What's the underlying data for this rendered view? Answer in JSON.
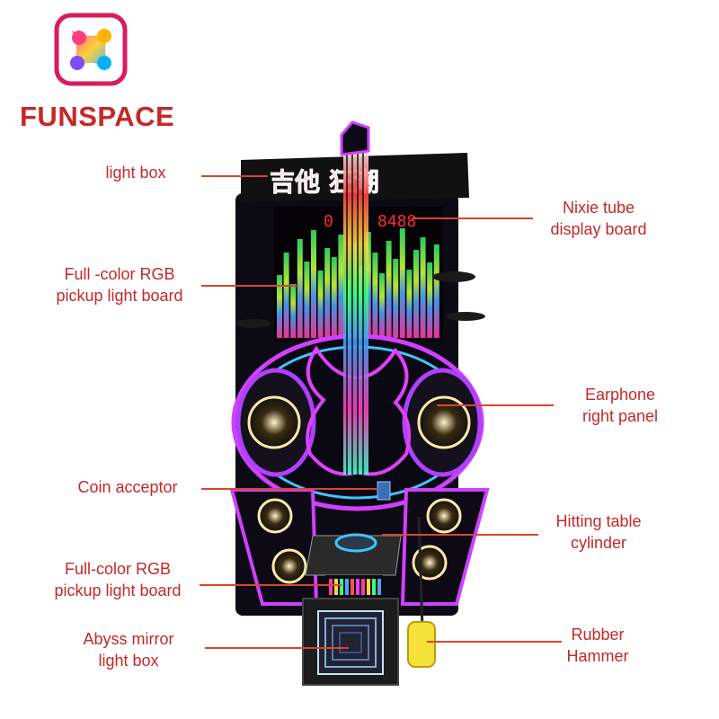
{
  "brand": {
    "name": "FUNSPACE",
    "logo_icon": "x-shape-logo-icon",
    "color": "#c62828"
  },
  "machine": {
    "title_glyphs": "吉他 狂潮",
    "score_left": "0",
    "score_right": "8488"
  },
  "labels": {
    "light_box": "light box",
    "nixie_line1": "Nixie tube",
    "nixie_line2": "display board",
    "rgb_top_line1": "Full -color RGB",
    "rgb_top_line2": "pickup light board",
    "earphone_line1": "Earphone",
    "earphone_line2": "right panel",
    "coin": "Coin acceptor",
    "hitting_line1": "Hitting table",
    "hitting_line2": "cylinder",
    "rgb_bottom_line1": "Full-color RGB",
    "rgb_bottom_line2": "pickup light board",
    "abyss_line1": "Abyss mirror",
    "abyss_line2": "light box",
    "hammer_line1": "Rubber",
    "hammer_line2": "Hammer"
  },
  "colors": {
    "label": "#c62828",
    "leader": "#d9462e",
    "neon_pink": "#e040fb",
    "neon_blue": "#40c4ff"
  }
}
